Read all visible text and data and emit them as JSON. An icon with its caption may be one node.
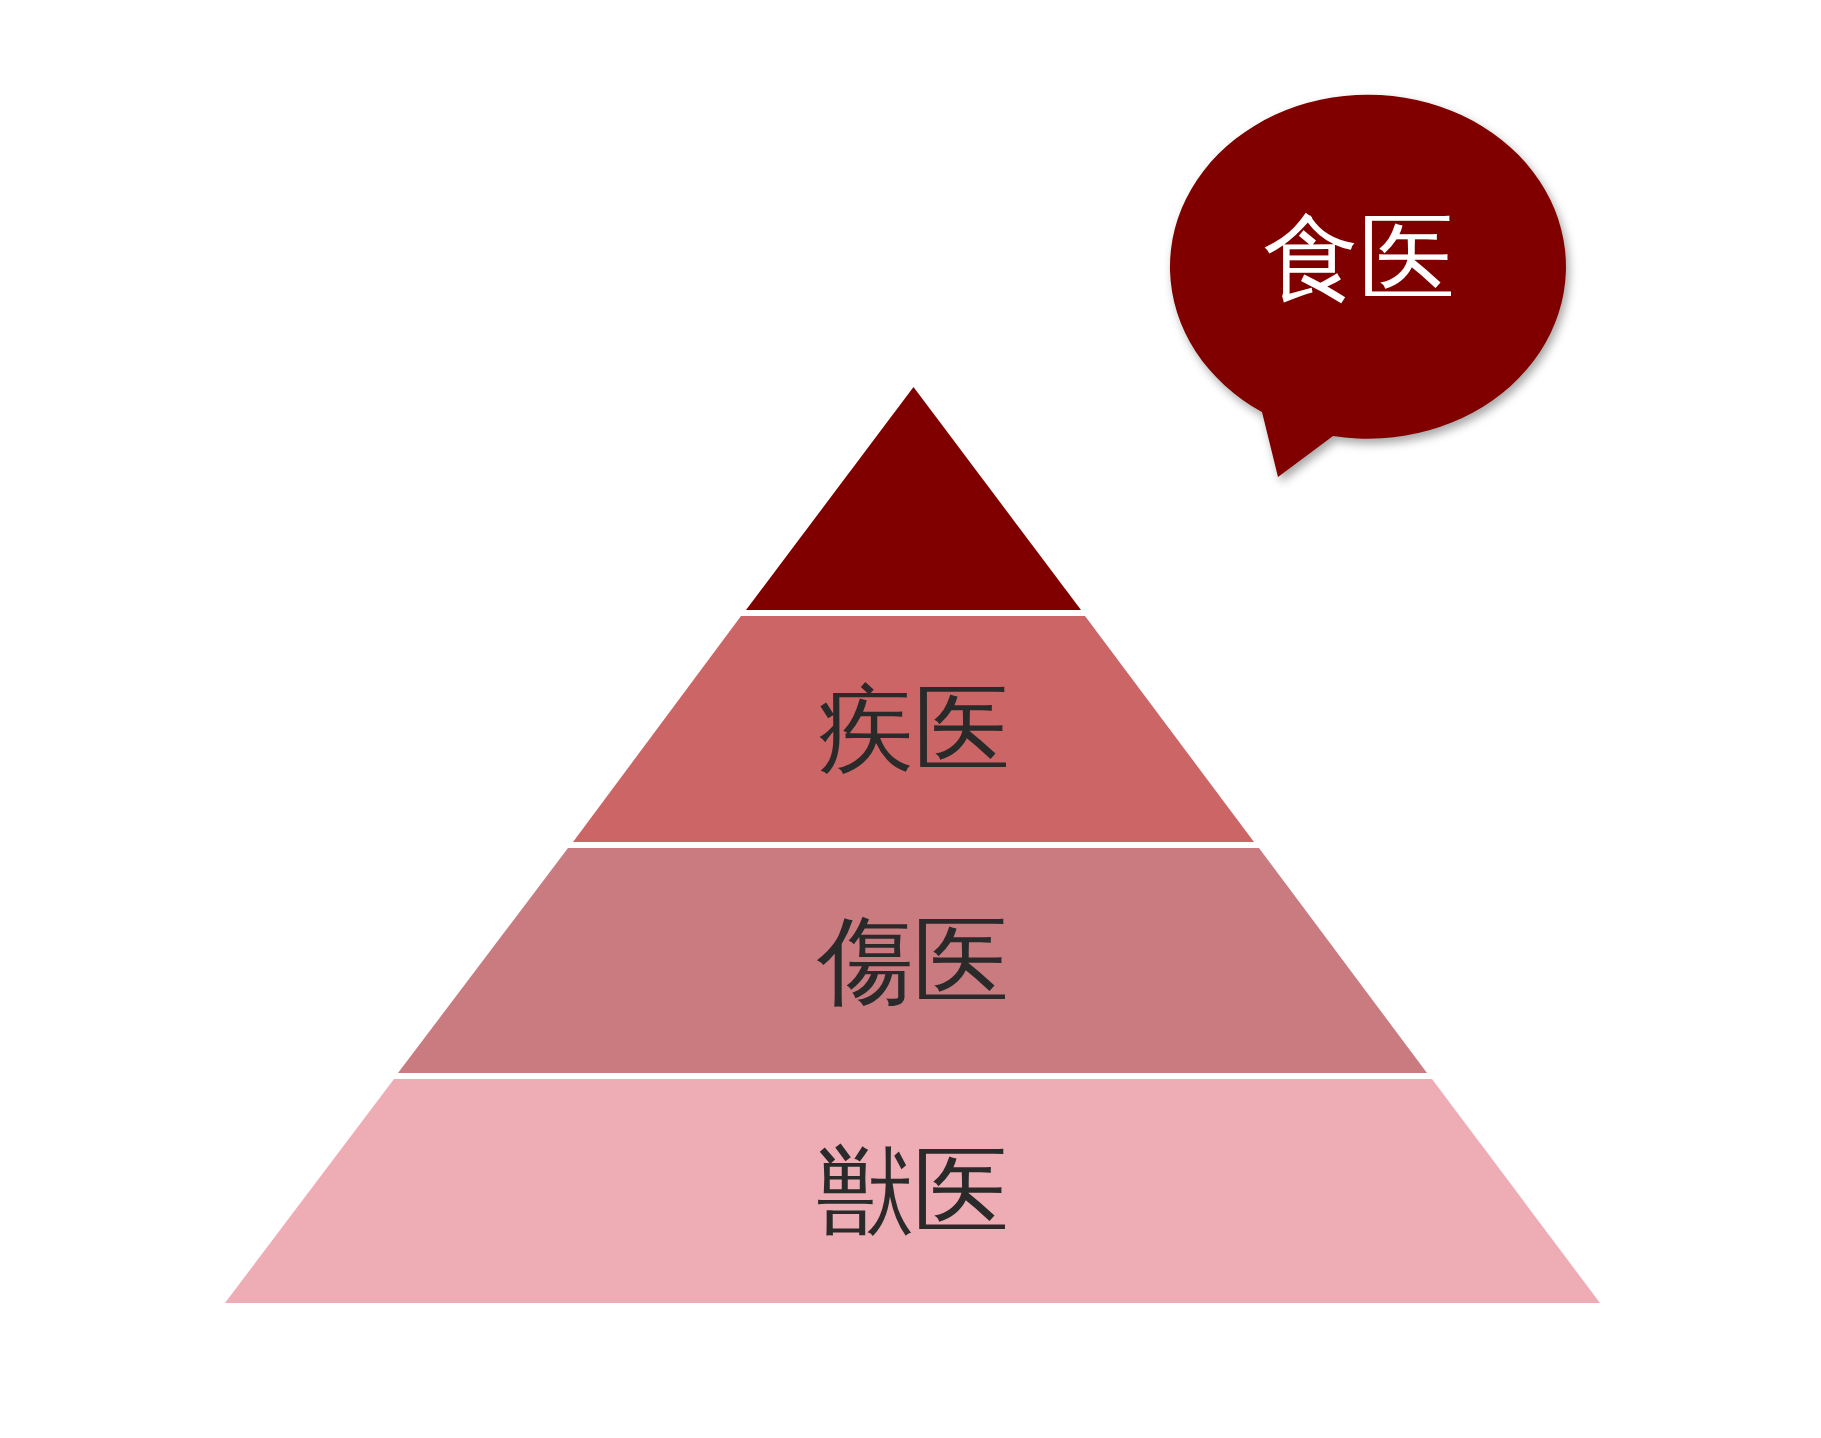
{
  "diagram": {
    "nodes": [
      {
        "text": [
          "食医"
        ]
      },
      {
        "text": [],
        "shape": "triangle"
      },
      {
        "text": [
          "疾医"
        ]
      },
      {
        "text": [
          "傷医"
        ]
      },
      {
        "text": [
          "獣医"
        ]
      }
    ]
  }
}
